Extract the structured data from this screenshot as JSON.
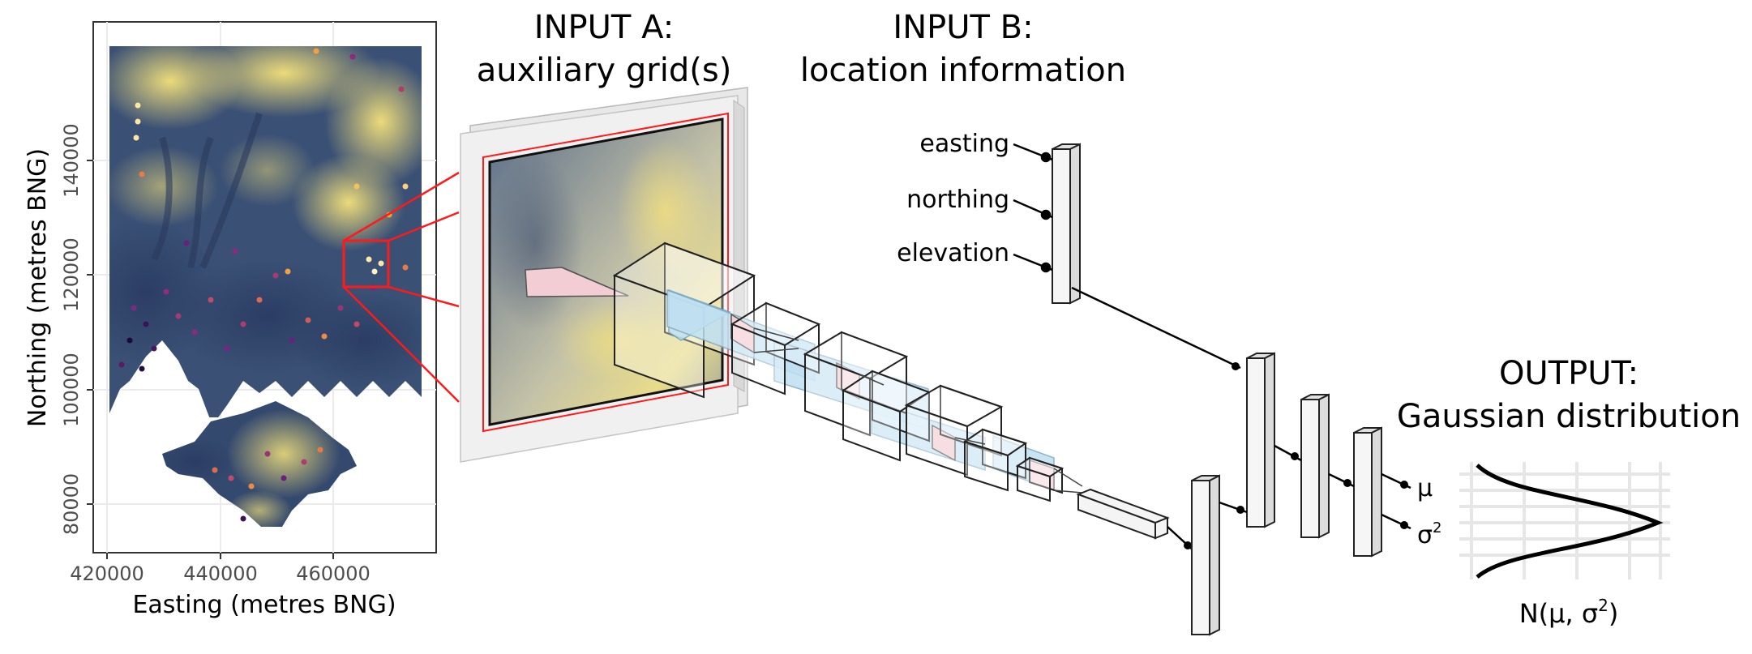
{
  "map": {
    "xlabel": "Easting (metres BNG)",
    "ylabel": "Northing (metres BNG)",
    "xticks": [
      "420000",
      "440000",
      "460000"
    ],
    "yticks": [
      "80000",
      "100000",
      "120000",
      "140000"
    ]
  },
  "input_a": {
    "line1": "INPUT A:",
    "line2": "auxiliary grid(s)"
  },
  "input_b": {
    "line1": "INPUT B:",
    "line2": "location information",
    "features": [
      "easting",
      "northing",
      "elevation"
    ]
  },
  "output": {
    "line1": "OUTPUT:",
    "line2": "Gaussian distribution",
    "mu": "μ",
    "sigma2": "σ",
    "sigma_exp": "2",
    "dist_prefix": "N(μ, σ",
    "dist_exp": "2",
    "dist_suffix": ")"
  },
  "colors": {
    "accent_red": "#ff1a1a",
    "terrain_low": "#1c2f55",
    "terrain_high": "#f2de60",
    "kernel_pink": "#f2cdd3",
    "feature_blue": "#bfe0f2",
    "axis_grid": "#e6e6e6"
  }
}
